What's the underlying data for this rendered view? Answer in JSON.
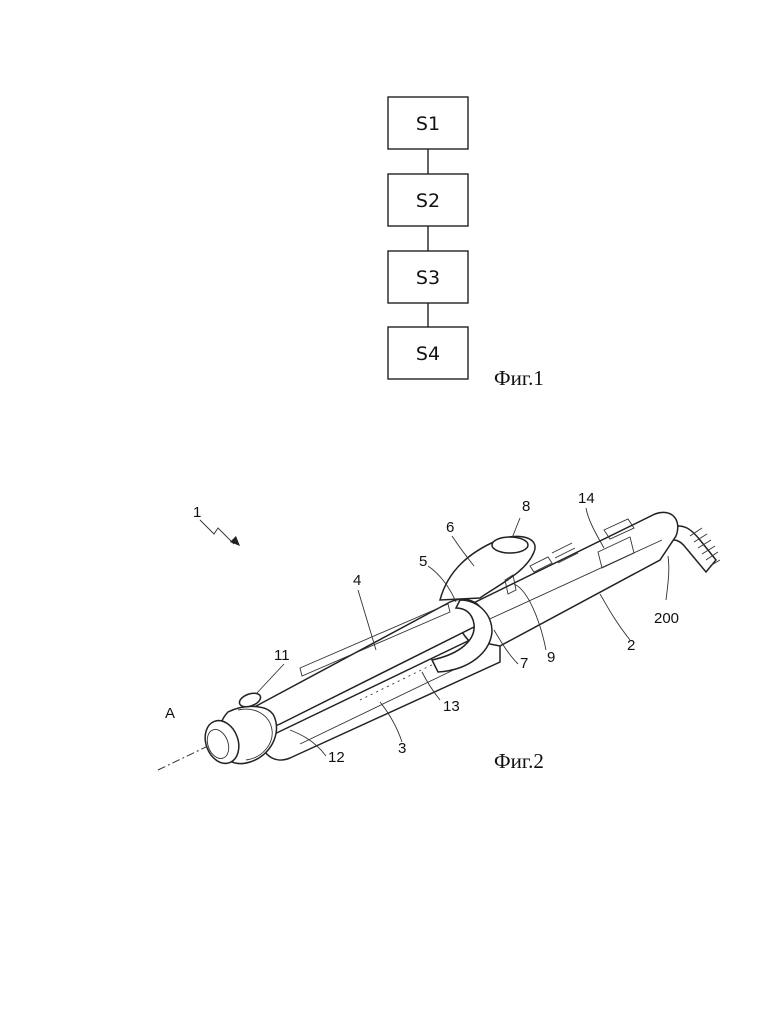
{
  "flowchart": {
    "steps": [
      "S1",
      "S2",
      "S3",
      "S4"
    ],
    "caption": "Фиг.1"
  },
  "device": {
    "caption": "Фиг.2",
    "axis_label": "A",
    "labels": {
      "l1": "1",
      "l2": "2",
      "l3": "3",
      "l4": "4",
      "l5": "5",
      "l6": "6",
      "l7": "7",
      "l8": "8",
      "l9": "9",
      "l11": "11",
      "l12": "12",
      "l13": "13",
      "l14": "14",
      "l200": "200"
    }
  }
}
